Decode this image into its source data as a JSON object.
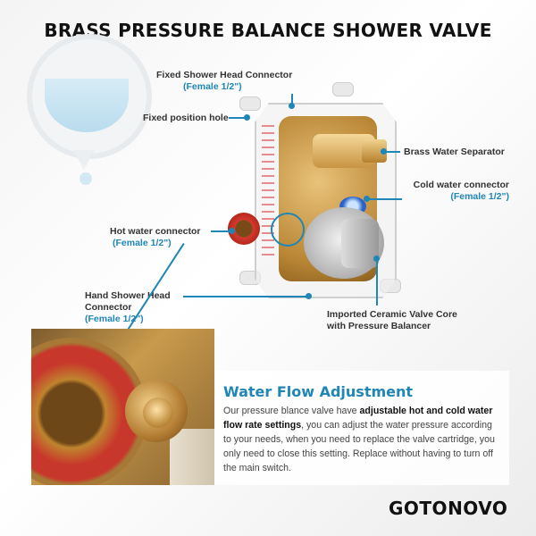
{
  "title": "BRASS PRESSURE BALANCE SHOWER VALVE",
  "callouts": {
    "shower_head": {
      "line1": "Fixed Shower Head Connector",
      "line2": "(Female 1/2\")"
    },
    "fixed_hole": {
      "line1": "Fixed position hole"
    },
    "brass_separator": {
      "line1": "Brass Water Separator"
    },
    "cold_water": {
      "line1": "Cold water connector",
      "line2": "(Female 1/2\")"
    },
    "hot_water": {
      "line1": "Hot water connector",
      "line2": "(Female 1/2\")"
    },
    "hand_shower": {
      "line1": "Hand Shower Head",
      "line1b": "Connector",
      "line2": "(Female 1/2\")"
    },
    "ceramic_core": {
      "line1": "Imported Ceramic Valve Core",
      "line1b": "with Pressure Balancer"
    }
  },
  "info": {
    "title": "Water Flow Adjustment",
    "text_pre": "Our pressure blance valve have ",
    "text_bold": "adjustable hot and cold water flow rate settings",
    "text_post": ", you can adjust the water pressure according to your needs, when you need to replace the valve cartridge, you only need to close this setting. Replace without having to turn off the main switch."
  },
  "brand": {
    "logo_text": "GOTONOVO"
  },
  "colors": {
    "accent": "#1f86b5",
    "hot": "#c8372b",
    "cold": "#2b62c8",
    "brass": "#c08a3a"
  }
}
